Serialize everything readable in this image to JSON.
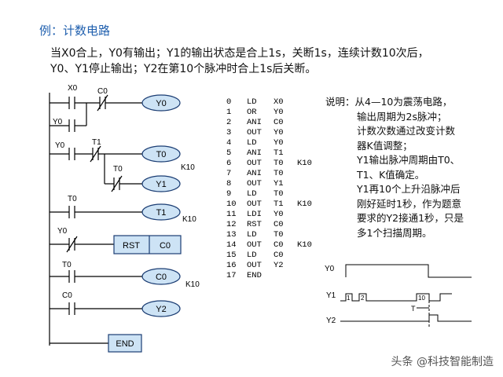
{
  "heading": "例：计数电路",
  "intro": {
    "line1": "当X0合上，Y0有输出；Y1的输出状态是合上1s，关断1s，连续计数10次后，",
    "line2": "Y0、Y1停止输出；Y2在第10个脉冲时合上1s后关断。"
  },
  "ladder": {
    "contacts": {
      "x0": "X0",
      "c0_nc": "C0",
      "y0_hold": "Y0",
      "y0_r2": "Y0",
      "t1": "T1",
      "t0_r2": "T0",
      "t0_r3": "T0",
      "y0_rst": "Y0",
      "t0_r5": "T0",
      "c0_r6": "C0"
    },
    "coils": {
      "y0": "Y0",
      "t0": "T0",
      "y1": "Y1",
      "t1": "T1",
      "c0": "C0",
      "y2": "Y2"
    },
    "k_labels": {
      "t0": "K10",
      "t1": "K10",
      "c0": "K10"
    },
    "rst": {
      "cmd": "RST",
      "target": "C0"
    },
    "end": "END"
  },
  "program": [
    {
      "n": "0",
      "op": "LD",
      "arg": "X0",
      "k": ""
    },
    {
      "n": "1",
      "op": "OR",
      "arg": "Y0",
      "k": ""
    },
    {
      "n": "2",
      "op": "ANI",
      "arg": "C0",
      "k": ""
    },
    {
      "n": "3",
      "op": "OUT",
      "arg": "Y0",
      "k": ""
    },
    {
      "n": "4",
      "op": "LD",
      "arg": "Y0",
      "k": ""
    },
    {
      "n": "5",
      "op": "ANI",
      "arg": "T1",
      "k": ""
    },
    {
      "n": "6",
      "op": "OUT",
      "arg": "T0",
      "k": "K10"
    },
    {
      "n": "7",
      "op": "ANI",
      "arg": "T0",
      "k": ""
    },
    {
      "n": "8",
      "op": "OUT",
      "arg": "Y1",
      "k": ""
    },
    {
      "n": "9",
      "op": "LD",
      "arg": "T0",
      "k": ""
    },
    {
      "n": "10",
      "op": "OUT",
      "arg": "T1",
      "k": "K10"
    },
    {
      "n": "11",
      "op": "LDI",
      "arg": "Y0",
      "k": ""
    },
    {
      "n": "12",
      "op": "RST",
      "arg": "C0",
      "k": ""
    },
    {
      "n": "13",
      "op": "LD",
      "arg": "T0",
      "k": ""
    },
    {
      "n": "14",
      "op": "OUT",
      "arg": "C0",
      "k": "K10"
    },
    {
      "n": "15",
      "op": "LD",
      "arg": "C0",
      "k": ""
    },
    {
      "n": "16",
      "op": "OUT",
      "arg": "Y2",
      "k": ""
    },
    {
      "n": "17",
      "op": "END",
      "arg": "",
      "k": ""
    }
  ],
  "notes": [
    {
      "text": "说明：从4—10为震荡电路，",
      "indent": false
    },
    {
      "text": "输出周期为2s脉冲；",
      "indent": true
    },
    {
      "text": "计数次数通过改变计数",
      "indent": true
    },
    {
      "text": "器K值调整；",
      "indent": true
    },
    {
      "text": "Y1输出脉冲周期由T0、",
      "indent": true
    },
    {
      "text": "T1、K值确定。",
      "indent": true
    },
    {
      "text": "Y1再10个上升沿脉冲后",
      "indent": true
    },
    {
      "text": "刚好延时1秒，作为题意",
      "indent": true
    },
    {
      "text": "要求的Y2接通1秒，只是",
      "indent": true
    },
    {
      "text": "多1个扫描周期。",
      "indent": true
    }
  ],
  "timing": {
    "signals": [
      "Y0",
      "Y1",
      "Y2"
    ],
    "pulse_labels": [
      "1",
      "2",
      "10"
    ],
    "t_label": "T"
  },
  "watermark": "头条 @科技智能制造",
  "colors": {
    "heading": "#1f5fae",
    "coil_fill": "#cde3f5",
    "box_fill": "#cde3f5"
  }
}
